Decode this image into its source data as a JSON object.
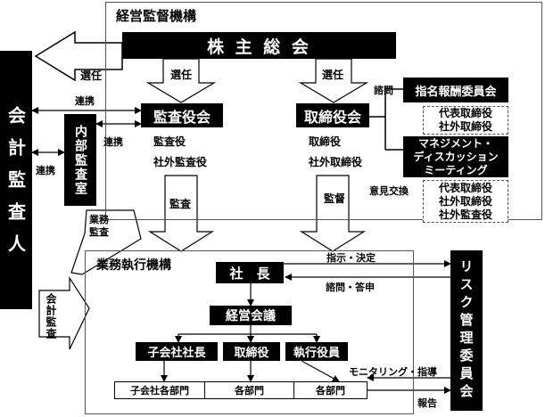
{
  "governance": {
    "title": "経営監督機構",
    "shareholders": "株 主 総 会",
    "elect_left": "選任",
    "elect_right": "選任",
    "audit_board": {
      "title": "監査役会",
      "members": [
        "監査役",
        "社外監査役"
      ]
    },
    "board": {
      "title": "取締役会",
      "members": [
        "取締役",
        "社外取締役"
      ]
    },
    "consult": "諮問",
    "comp_committee": "指名報酬委員会",
    "comp_members": [
      "代表取締役",
      "社外取締役"
    ],
    "mgmt_meeting": [
      "マネジメント・",
      "ディスカッション",
      "ミーティング"
    ],
    "opinion": "意見交換",
    "mgmt_members": [
      "代表取締役",
      "社外取締役",
      "社外監査役"
    ],
    "audit_arrow": "監査",
    "supervise_arrow": "監督"
  },
  "external": {
    "auditor": "会計監査人",
    "elect": "選任",
    "liaison_top": "連携",
    "liaison_mid": "連携",
    "liaison_left": "連携",
    "internal_audit": "内部監査室",
    "business_audit": [
      "業務",
      "監査"
    ],
    "accounting_audit": "会計監査"
  },
  "execution": {
    "title": "業務執行機構",
    "president": "社　長",
    "instruct": "指示・決定",
    "report_up": "諮問・答申",
    "mgmt_council": "経営会議",
    "sub_president": "子会社社長",
    "director": "取締役",
    "officer": "執行役員",
    "dept_sub": "子会社各部門",
    "dept_mid": "各部門",
    "dept_right": "各部門",
    "monitor": "モニタリング・指導",
    "report": "報告"
  },
  "risk_committee": "リスク管理委員会"
}
